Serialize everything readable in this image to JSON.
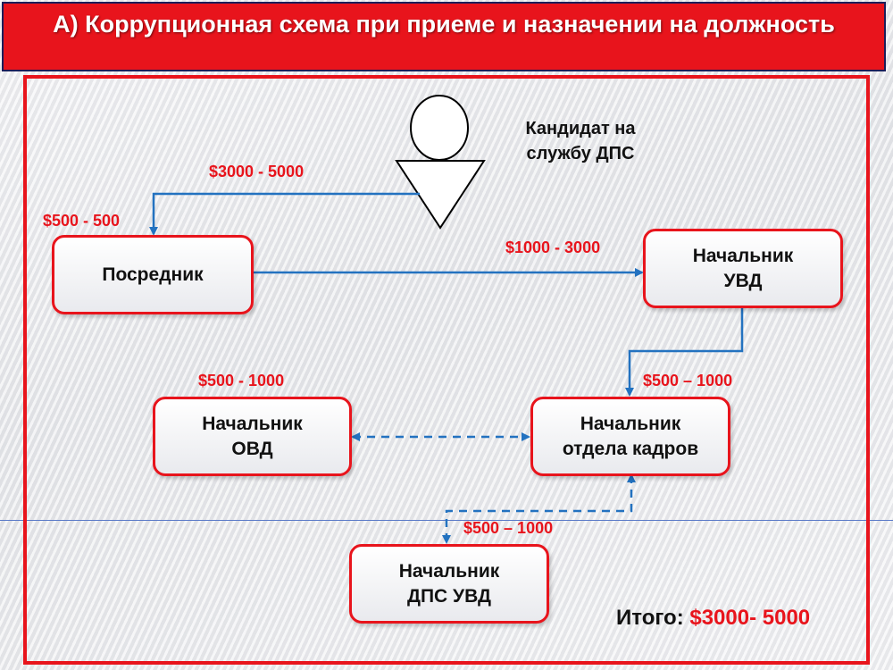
{
  "title": "А) Коррупционная схема при приеме и назначении на должность",
  "candidate": "Кандидат на службу ДПС",
  "boxes": {
    "intermediary": "Посредник",
    "head_uvd": "Начальник\nУВД",
    "head_ovd": "Начальник\nОВД",
    "head_hr": "Начальник\nотдела  кадров",
    "head_dps": "Начальник\nДПС УВД"
  },
  "amounts": {
    "candidate_to_intermediary": "$3000 - 5000",
    "intermediary_keep": "$500 - 500",
    "intermediary_to_uvd": "$1000 - 3000",
    "ovd": "$500 - 1000",
    "uvd_to_hr": "$500 – 1000",
    "hr_to_dps": "$500 – 1000"
  },
  "total": {
    "label": "Итого:",
    "value": "$3000-  5000"
  },
  "colors": {
    "accent_red": "#e8141c",
    "arrow_blue": "#2372c0",
    "title_border": "#1c1e5a"
  }
}
